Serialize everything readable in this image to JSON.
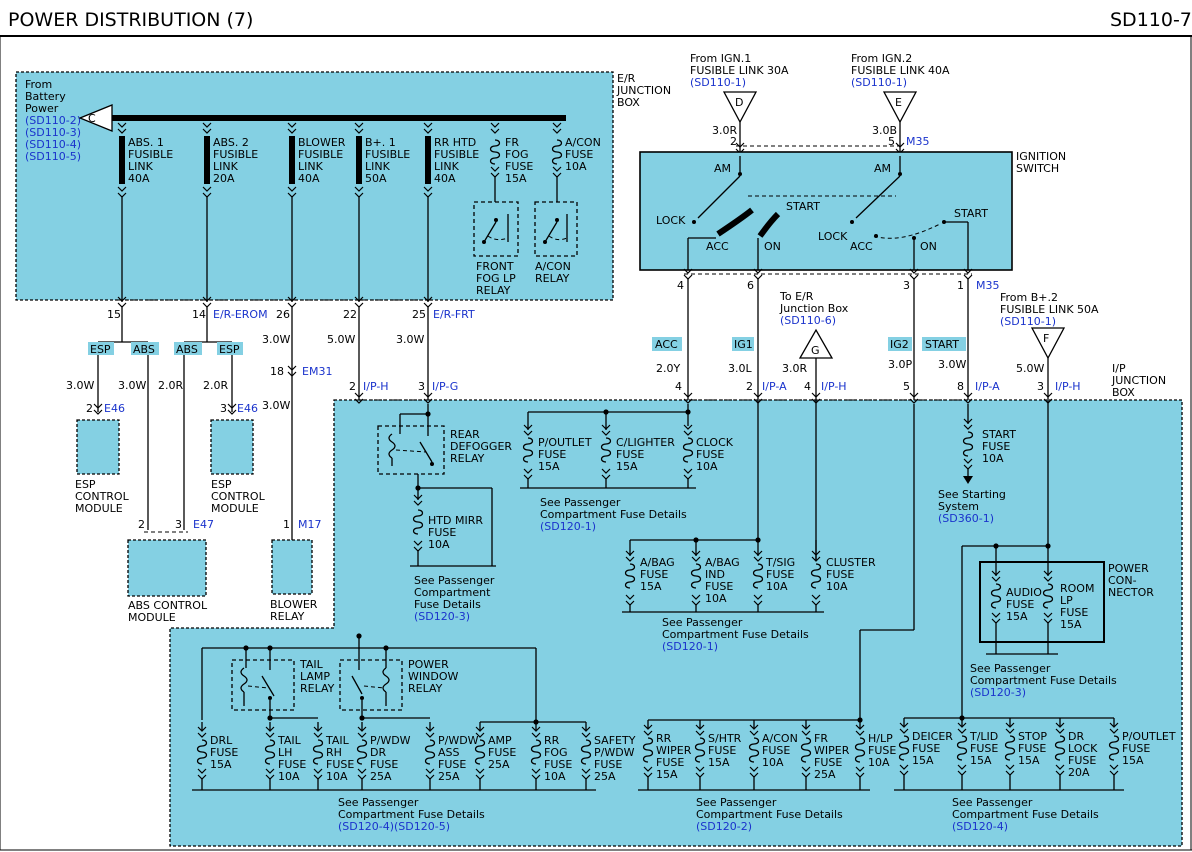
{
  "header": {
    "title": "POWER DISTRIBUTION (7)",
    "code": "SD110-7"
  },
  "er_box": {
    "name_lines": [
      "E/R",
      "JUNCTION",
      "BOX"
    ],
    "battery_lines": [
      "From",
      "Battery",
      "Power"
    ],
    "battery_refs": [
      "(SD110-2)",
      "(SD110-3)",
      "(SD110-4)",
      "(SD110-5)"
    ],
    "connector_c": "C",
    "links": [
      {
        "lines": [
          "ABS. 1",
          "FUSIBLE",
          "LINK",
          "40A"
        ]
      },
      {
        "lines": [
          "ABS. 2",
          "FUSIBLE",
          "LINK",
          "20A"
        ]
      },
      {
        "lines": [
          "BLOWER",
          "FUSIBLE",
          "LINK",
          "40A"
        ]
      },
      {
        "lines": [
          "B+. 1",
          "FUSIBLE",
          "LINK",
          "50A"
        ]
      },
      {
        "lines": [
          "RR HTD",
          "FUSIBLE",
          "LINK",
          "40A"
        ]
      },
      {
        "lines": [
          "FR",
          "FOG",
          "FUSE",
          "15A"
        ]
      },
      {
        "lines": [
          "A/CON",
          "FUSE",
          "10A"
        ]
      }
    ],
    "relays": [
      {
        "lines": [
          "FRONT",
          "FOG LP",
          "RELAY"
        ]
      },
      {
        "lines": [
          "A/CON",
          "RELAY"
        ]
      }
    ]
  },
  "er_connectors": {
    "pins": [
      "15",
      "14",
      "26",
      "22",
      "25"
    ],
    "erom": "E/R-EROM",
    "erfrt": "E/R-FRT"
  },
  "left_section": {
    "labels": [
      "ESP",
      "ABS",
      "ABS",
      "ESP"
    ],
    "wires": [
      "3.0W",
      "3.0W",
      "2.0R",
      "2.0R",
      "3.0W",
      "5.0W",
      "3.0W",
      "3.0W"
    ],
    "pins": [
      "2",
      "3",
      "2",
      "3",
      "18",
      "1",
      "2",
      "3"
    ],
    "conns": [
      "E46",
      "E46",
      "E47",
      "EM31",
      "M17",
      "I/P-H",
      "I/P-G"
    ],
    "esp1": [
      "ESP",
      "CONTROL",
      "MODULE"
    ],
    "esp2": [
      "ESP",
      "CONTROL",
      "MODULE"
    ],
    "abs": [
      "ABS CONTROL",
      "MODULE"
    ],
    "blower": [
      "BLOWER",
      "RELAY"
    ]
  },
  "ignition": {
    "sources": [
      {
        "letter": "D",
        "lines": [
          "From IGN.1",
          "FUSIBLE LINK 30A"
        ],
        "ref": "(SD110-1)"
      },
      {
        "letter": "E",
        "lines": [
          "From IGN.2",
          "FUSIBLE LINK 40A"
        ],
        "ref": "(SD110-1)"
      }
    ],
    "top_wires": [
      "3.0R",
      "3.0B"
    ],
    "top_pins": [
      "2",
      "5"
    ],
    "top_conn": "M35",
    "name_lines": [
      "IGNITION",
      "SWITCH"
    ],
    "pos": {
      "am": "AM",
      "lock": "LOCK",
      "acc": "ACC",
      "on": "ON",
      "start": "START"
    },
    "bottom_pins": [
      "4",
      "6",
      "3",
      "1"
    ],
    "bottom_conn": "M35",
    "outputs": [
      "ACC",
      "IG1",
      "IG2",
      "START"
    ],
    "wires": [
      "2.0Y",
      "3.0L",
      "3.0R",
      "3.0P",
      "3.0W",
      "5.0W"
    ],
    "ip_pins": [
      "4",
      "2",
      "4",
      "5",
      "8",
      "3"
    ],
    "ip_conns": [
      "I/P-A",
      "I/P-H",
      "I/P-A",
      "I/P-H"
    ],
    "to_er": {
      "lines": [
        "To E/R",
        "Junction Box"
      ],
      "ref": "(SD110-6)",
      "letter": "G"
    },
    "from_b": {
      "lines": [
        "From B+.2",
        "FUSIBLE LINK 50A"
      ],
      "ref": "(SD110-1)",
      "letter": "F"
    }
  },
  "ip_box": {
    "name_lines": [
      "I/P",
      "JUNCTION",
      "BOX"
    ],
    "rear_defogger": [
      "REAR",
      "DEFOGGER",
      "RELAY"
    ],
    "htd_mirr": [
      "HTD MIRR",
      "FUSE",
      "10A"
    ],
    "see1": [
      "See Passenger",
      "Compartment",
      "Fuse Details"
    ],
    "see1_ref": "(SD120-3)",
    "acc_fuses": [
      {
        "lines": [
          "P/OUTLET",
          "FUSE",
          "15A"
        ]
      },
      {
        "lines": [
          "C/LIGHTER",
          "FUSE",
          "15A"
        ]
      },
      {
        "lines": [
          "CLOCK",
          "FUSE",
          "10A"
        ]
      }
    ],
    "see2": "See Passenger",
    "see2b": "Compartment Fuse Details",
    "see2_ref": "(SD120-1)",
    "ig1_fuses": [
      {
        "lines": [
          "A/BAG",
          "FUSE",
          "15A"
        ]
      },
      {
        "lines": [
          "A/BAG",
          "IND",
          "FUSE",
          "10A"
        ]
      },
      {
        "lines": [
          "T/SIG",
          "FUSE",
          "10A"
        ]
      },
      {
        "lines": [
          "CLUSTER",
          "FUSE",
          "10A"
        ]
      }
    ],
    "see3": "See Passenger",
    "see3b": "Compartment Fuse Details",
    "see3_ref": "(SD120-1)",
    "start_fuse": [
      "START",
      "FUSE",
      "10A"
    ],
    "see_start": [
      "See Starting",
      "System"
    ],
    "see_start_ref": "(SD360-1)",
    "power_conn": [
      "POWER",
      "CON-",
      "NECTOR"
    ],
    "pc_fuses": [
      {
        "lines": [
          "AUDIO",
          "FUSE",
          "15A"
        ]
      },
      {
        "lines": [
          "ROOM",
          "LP",
          "FUSE",
          "15A"
        ]
      }
    ],
    "see4": "See Passenger",
    "see4b": "Compartment Fuse Details",
    "see4_ref": "(SD120-3)",
    "tail_relay": [
      "TAIL",
      "LAMP",
      "RELAY"
    ],
    "pw_relay": [
      "POWER",
      "WINDOW",
      "RELAY"
    ],
    "bottom_left_fuses": [
      {
        "lines": [
          "DRL",
          "FUSE",
          "15A"
        ]
      },
      {
        "lines": [
          "TAIL",
          "LH",
          "FUSE",
          "10A"
        ]
      },
      {
        "lines": [
          "TAIL",
          "RH",
          "FUSE",
          "10A"
        ]
      },
      {
        "lines": [
          "P/WDW",
          "DR",
          "FUSE",
          "25A"
        ]
      },
      {
        "lines": [
          "P/WDW",
          "ASS",
          "FUSE",
          "25A"
        ]
      },
      {
        "lines": [
          "AMP",
          "FUSE",
          "25A"
        ]
      },
      {
        "lines": [
          "RR",
          "FOG",
          "FUSE",
          "10A"
        ]
      },
      {
        "lines": [
          "SAFETY",
          "P/WDW",
          "FUSE",
          "25A"
        ]
      }
    ],
    "see5": "See Passenger",
    "see5b": "Compartment Fuse Details",
    "see5_ref": "(SD120-4)(SD120-5)",
    "bottom_mid_fuses": [
      {
        "lines": [
          "RR",
          "WIPER",
          "FUSE",
          "15A"
        ]
      },
      {
        "lines": [
          "S/HTR",
          "FUSE",
          "15A"
        ]
      },
      {
        "lines": [
          "A/CON",
          "FUSE",
          "10A"
        ]
      },
      {
        "lines": [
          "FR",
          "WIPER",
          "FUSE",
          "25A"
        ]
      },
      {
        "lines": [
          "H/LP",
          "FUSE",
          "10A"
        ]
      }
    ],
    "see6": "See Passenger",
    "see6b": "Compartment Fuse Details",
    "see6_ref": "(SD120-2)",
    "bottom_right_fuses": [
      {
        "lines": [
          "DEICER",
          "FUSE",
          "15A"
        ]
      },
      {
        "lines": [
          "T/LID",
          "FUSE",
          "15A"
        ]
      },
      {
        "lines": [
          "STOP",
          "FUSE",
          "15A"
        ]
      },
      {
        "lines": [
          "DR",
          "LOCK",
          "FUSE",
          "20A"
        ]
      },
      {
        "lines": [
          "P/OUTLET",
          "FUSE",
          "15A"
        ]
      }
    ],
    "see7": "See Passenger",
    "see7b": "Compartment Fuse Details",
    "see7_ref": "(SD120-4)"
  }
}
